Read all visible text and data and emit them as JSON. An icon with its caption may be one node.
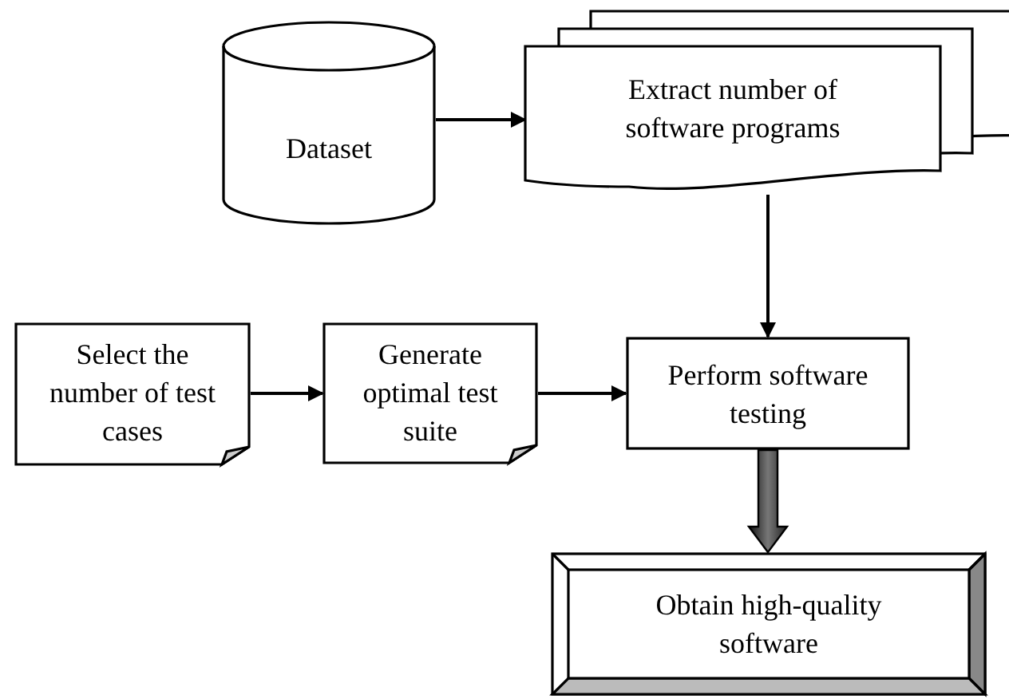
{
  "diagram": {
    "nodes": [
      {
        "text": [
          "Dataset"
        ]
      },
      {
        "text": [
          "Extract number of software programs"
        ]
      },
      {
        "text": [
          "Select the number of test cases"
        ]
      },
      {
        "text": [
          "Generate optimal test suite"
        ]
      },
      {
        "text": [
          "Perform software testing"
        ]
      },
      {
        "text": [
          "Obtain high-quality software"
        ]
      }
    ],
    "edges": [
      {
        "from": 0,
        "to": 1,
        "arrow": "to"
      },
      {
        "from": 1,
        "to": 4,
        "arrow": "to"
      },
      {
        "from": 2,
        "to": 3,
        "arrow": "to"
      },
      {
        "from": 3,
        "to": 4,
        "arrow": "to"
      },
      {
        "from": 4,
        "to": 5,
        "arrow": "to",
        "style": "thick"
      }
    ]
  }
}
